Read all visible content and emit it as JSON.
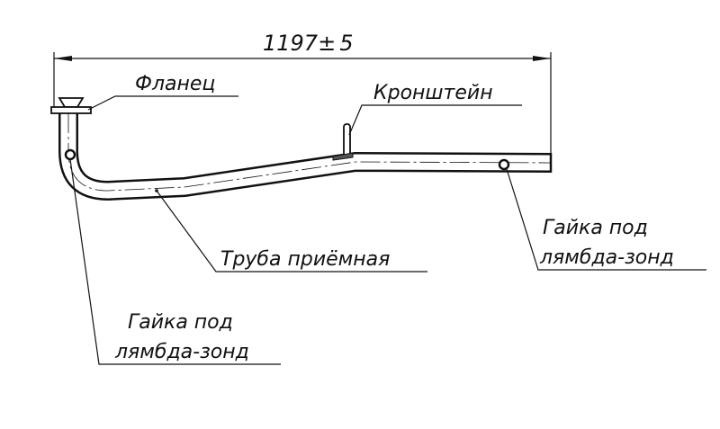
{
  "dimension": {
    "value": "1197",
    "tolerance": "±",
    "tolerance_value": "5"
  },
  "labels": {
    "flange": "Фланец",
    "bracket": "Кронштейн",
    "pipe": "Труба приёмная",
    "nut_right_line1": "Гайка под",
    "nut_right_line2": "лямбда-зонд",
    "nut_left_line1": "Гайка под",
    "nut_left_line2": "лямбда-зонд"
  }
}
